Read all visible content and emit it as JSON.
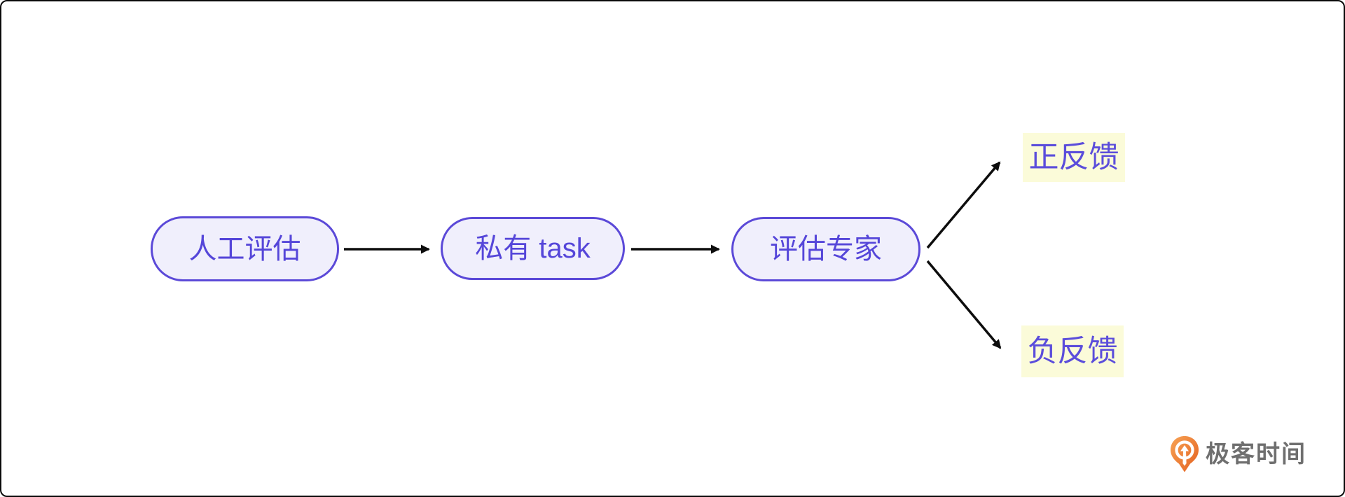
{
  "diagram": {
    "nodes": [
      {
        "id": "manual-evaluation",
        "label": "人工评估"
      },
      {
        "id": "private-task",
        "label": "私有 task"
      },
      {
        "id": "evaluation-expert",
        "label": "评估专家"
      }
    ],
    "outcomes": [
      {
        "id": "positive-feedback",
        "label": "正反馈"
      },
      {
        "id": "negative-feedback",
        "label": "负反馈"
      }
    ],
    "flow": [
      "人工评估 -> 私有 task",
      "私有 task -> 评估专家",
      "评估专家 -> 正反馈",
      "评估专家 -> 负反馈"
    ],
    "colors": {
      "node_border": "#5b49d8",
      "node_fill": "#f0effc",
      "node_text": "#5546d9",
      "outcome_bg": "#fbfbd9",
      "outcome_text": "#5b4ddb",
      "arrow": "#0d0d0d",
      "page_border": "#0a0a0a",
      "page_bg": "#ffffff"
    }
  },
  "branding": {
    "logo_text": "极客时间",
    "logo_orange": "#ec7434",
    "logo_text_color": "#6f6f6f"
  }
}
